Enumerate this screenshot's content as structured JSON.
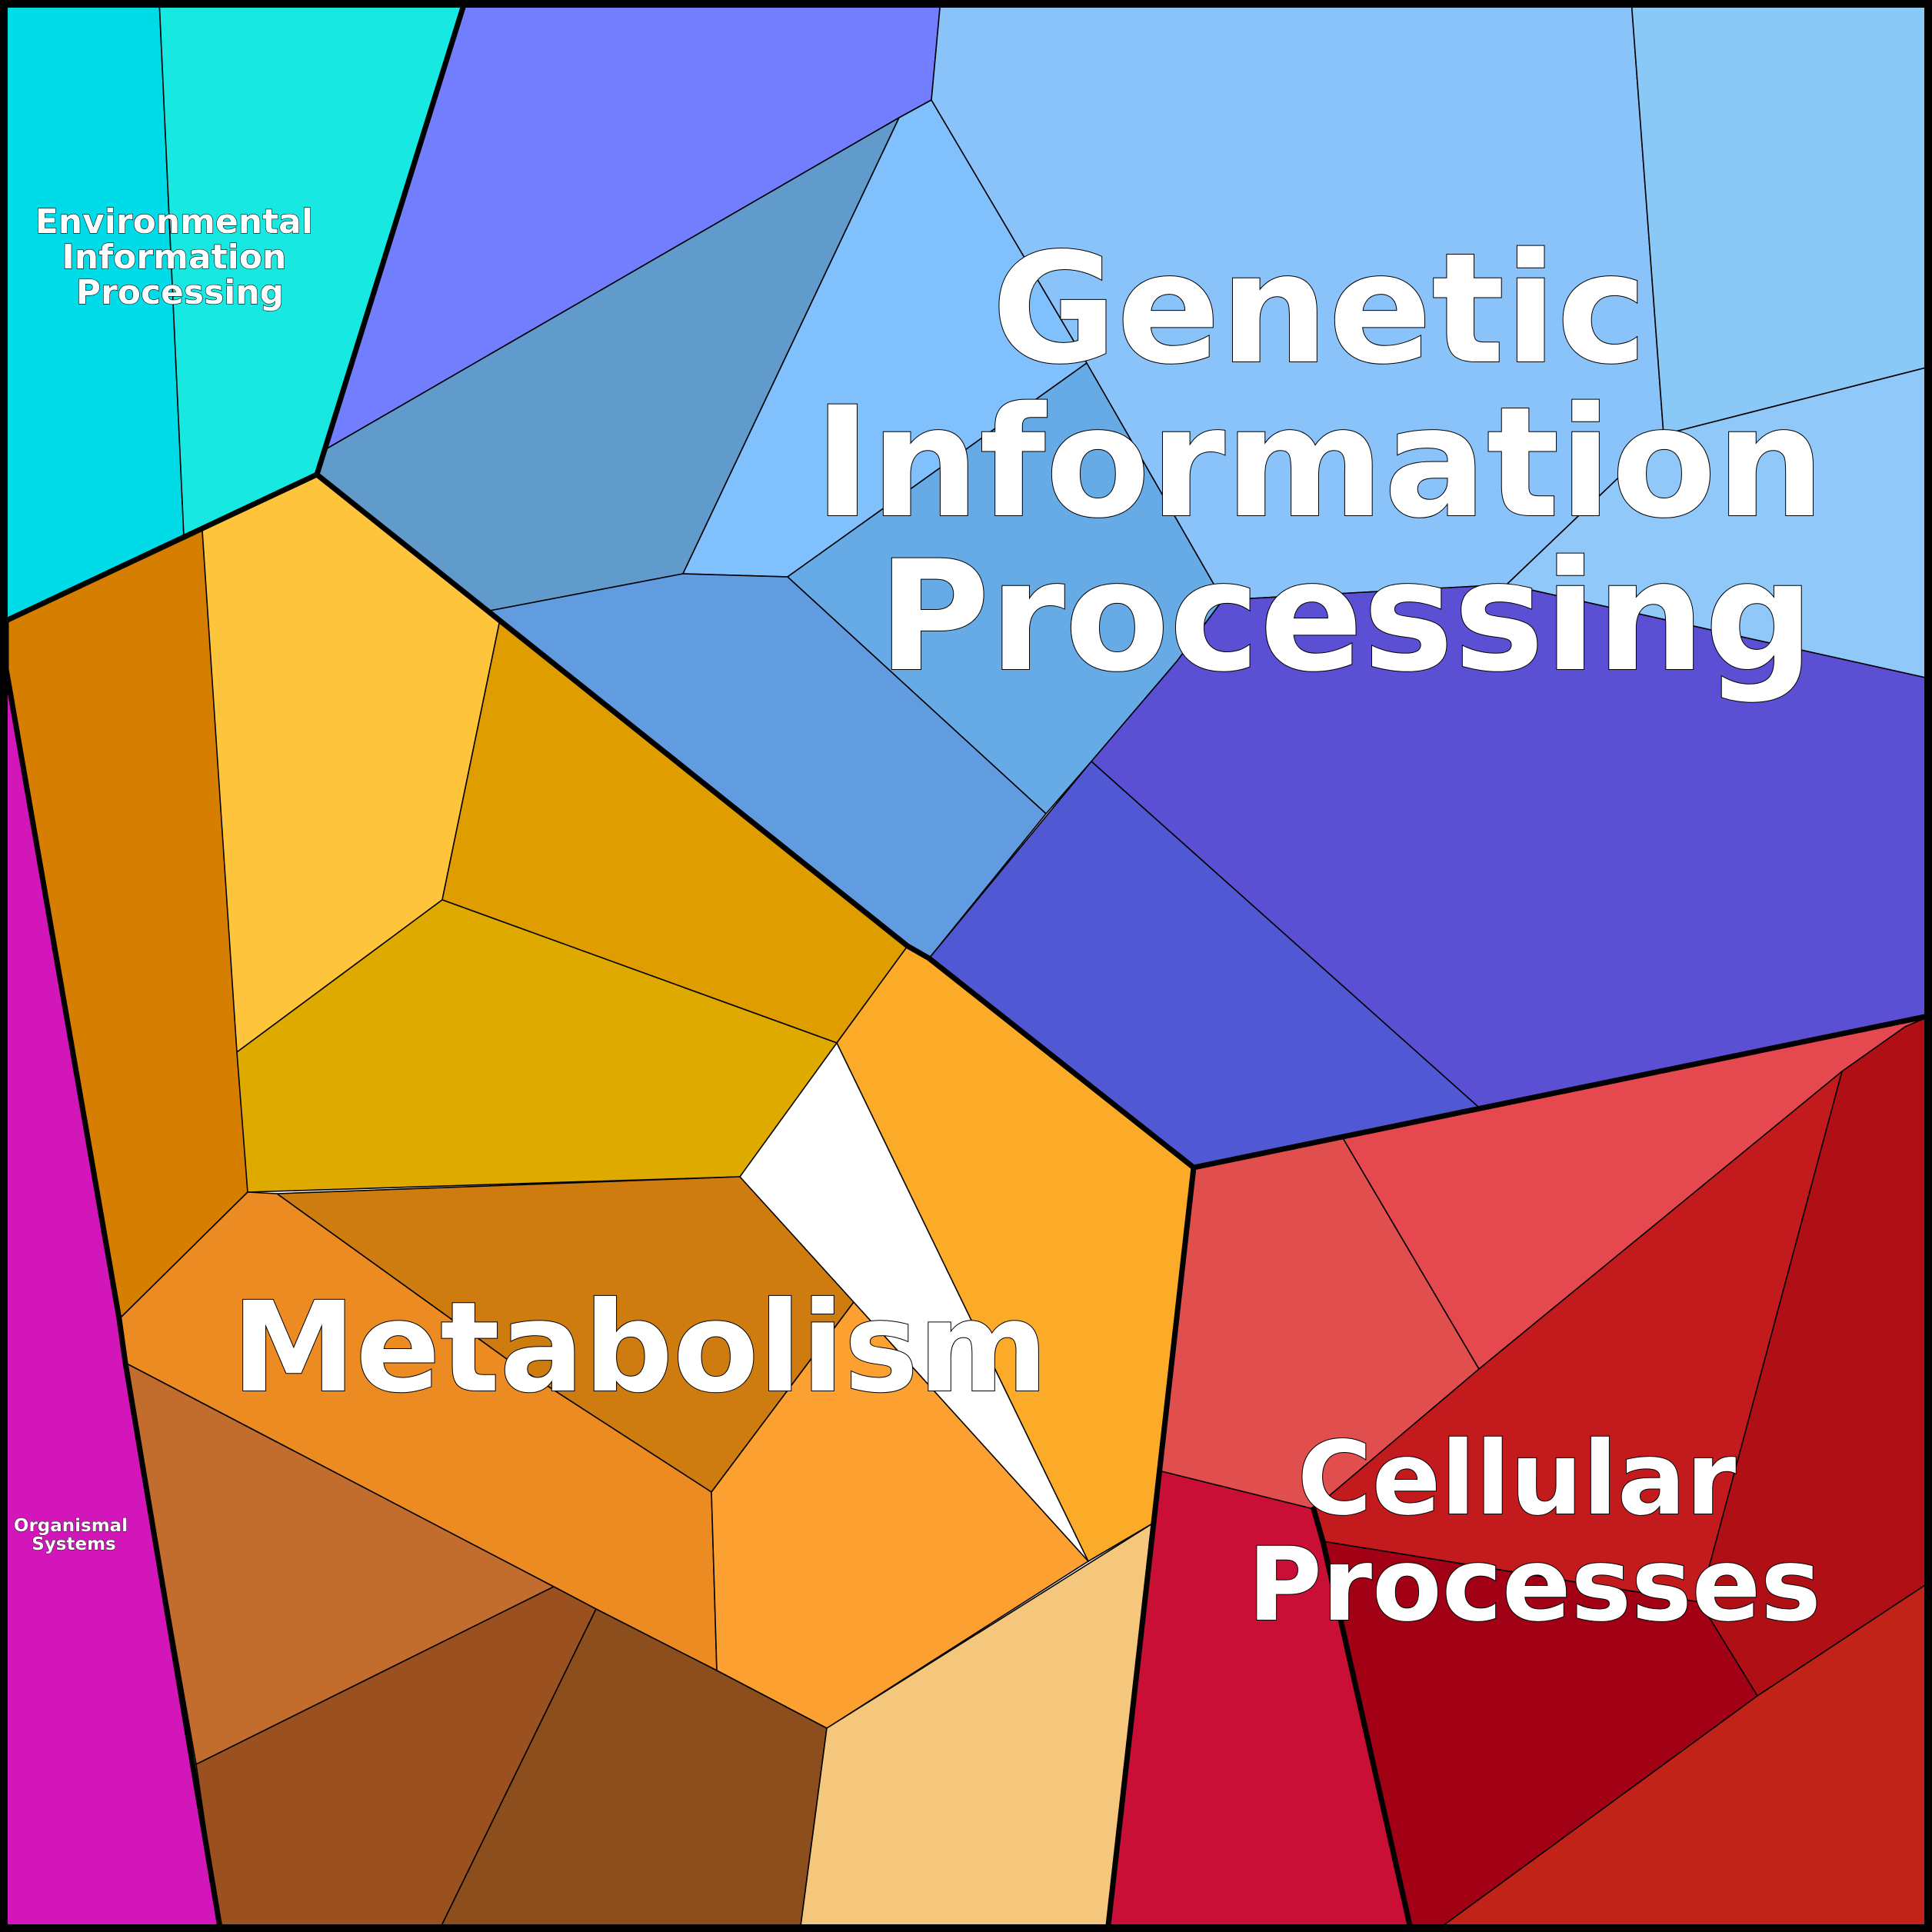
{
  "categories": [
    {
      "id": "genetic",
      "label_lines": [
        "Genetic",
        "Information",
        "Processing"
      ],
      "base_color": "#8ac3fa"
    },
    {
      "id": "metabolism",
      "label_lines": [
        "Metabolism"
      ],
      "base_color": "#f0a020"
    },
    {
      "id": "cellular",
      "label_lines": [
        "Cellular",
        "Processes"
      ],
      "base_color": "#c41a1e"
    },
    {
      "id": "environmental",
      "label_lines": [
        "Environmental",
        "Information",
        "Processing"
      ],
      "base_color": "#17e8e2"
    },
    {
      "id": "organismal",
      "label_lines": [
        "Organismal",
        "Systems"
      ],
      "base_color": "#d316b9"
    }
  ],
  "colors": {
    "border": "#000000",
    "label_fill": "#ffffff"
  }
}
